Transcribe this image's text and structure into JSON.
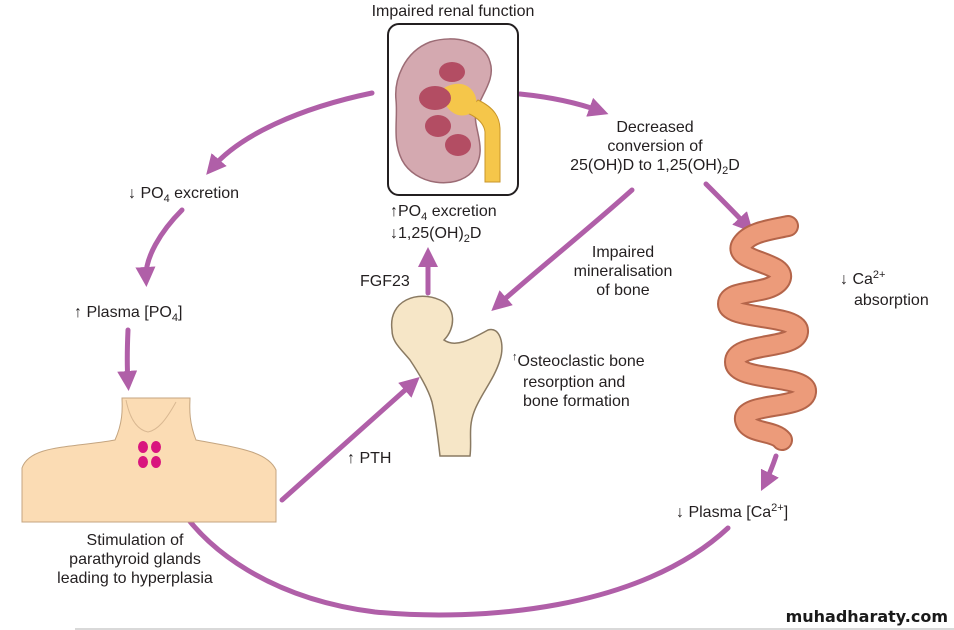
{
  "colors": {
    "arrow": "#b05fa8",
    "kidney_outer": "#d4a9b0",
    "kidney_inner": "#b34d63",
    "ureter": "#f5c64a",
    "bone": "#f6e6c7",
    "bone_outline": "#8a7a62",
    "skin": "#fbdcb4",
    "gland": "#d9157e",
    "intestine": "#ec9b7a"
  },
  "labels": {
    "impaired_renal_function": "Impaired renal function",
    "decreased_conversion": [
      "Decreased",
      "conversion of",
      "25(OH)D to 1,25(OH)",
      "2",
      "D"
    ],
    "po4_excretion_down": [
      "↓ PO",
      "4",
      " excretion"
    ],
    "plasma_po4_up": [
      "↑ Plasma [PO",
      "4",
      "]"
    ],
    "po4_excretion_up": [
      "↑",
      "PO",
      "4",
      " excretion"
    ],
    "vitd_down": [
      "↓",
      "1,25(OH)",
      "2",
      "D"
    ],
    "fgf23": "FGF23",
    "impaired_mineralisation": [
      "Impaired",
      "mineralisation",
      "of bone"
    ],
    "osteoclastic": [
      "↑",
      "Osteoclastic bone",
      "resorption and",
      "bone formation"
    ],
    "pth_up": "↑ PTH",
    "ca_absorption": [
      "↓ Ca",
      "2+",
      "absorption"
    ],
    "plasma_ca": [
      "↓ Plasma [Ca",
      "2+",
      "]"
    ],
    "stimulation": [
      "Stimulation of",
      "parathyroid glands",
      "leading to hyperplasia"
    ]
  },
  "watermark": "muhadharaty.com"
}
